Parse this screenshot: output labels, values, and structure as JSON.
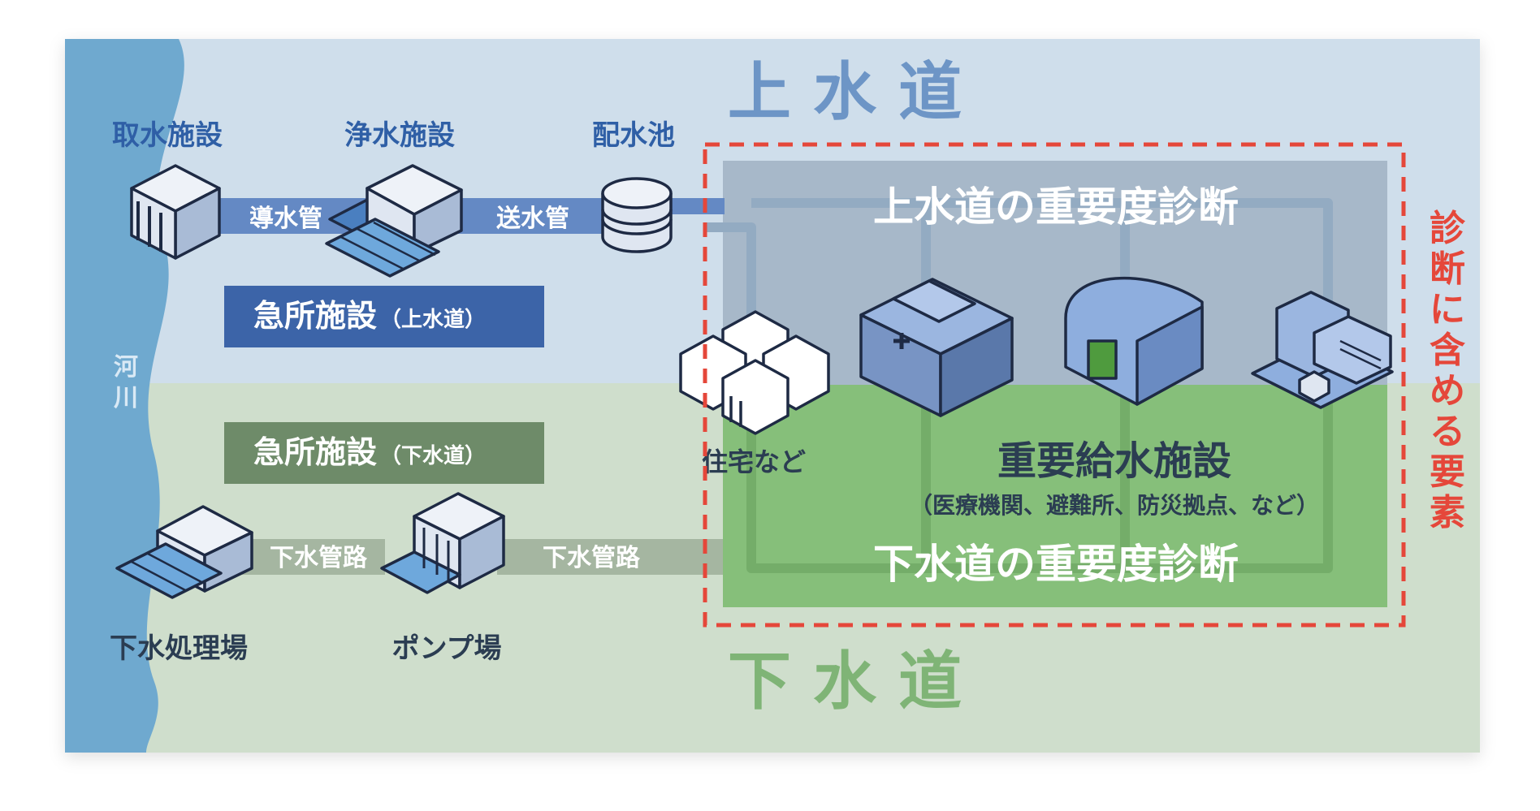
{
  "sections": {
    "water_supply": "上 水 道",
    "sewerage": "下 水 道",
    "river": [
      "河",
      "川"
    ]
  },
  "water_facilities": {
    "intake": "取水施設",
    "purification": "浄水施設",
    "distribution_reservoir": "配水池"
  },
  "water_pipes": {
    "conduit": "導水管",
    "transmission": "送水管"
  },
  "priority_boxes": {
    "water": {
      "main": "急所施設",
      "sub": "（上水道）"
    },
    "sewer": {
      "main": "急所施設",
      "sub": "（下水道）"
    }
  },
  "sewer_facilities": {
    "treatment_plant": "下水処理場",
    "pump_station": "ポンプ場"
  },
  "sewer_pipes": {
    "pipe_1": "下水管路",
    "pipe_2": "下水管路"
  },
  "diagnosis": {
    "water": "上水道の重要度診断",
    "sewer": "下水道の重要度診断",
    "houses": "住宅など",
    "important_facilities": "重要給水施設",
    "important_facilities_note": "（医療機関、避難所、防災拠点、など）",
    "scope_label": [
      "診",
      "断",
      "に",
      "含",
      "め",
      "る",
      "要",
      "素"
    ]
  },
  "colors": {
    "water_bg": "#cfdeeb",
    "sewer_bg": "#cfdecc",
    "river": "#6fa9cf",
    "water_priority_box": "#3c64a8",
    "sewer_priority_box": "#6e8b69",
    "diagnosis_green": "#86bf7a",
    "diagnosis_blue": "#a7b8c9",
    "dashed_border": "#e5473a"
  }
}
